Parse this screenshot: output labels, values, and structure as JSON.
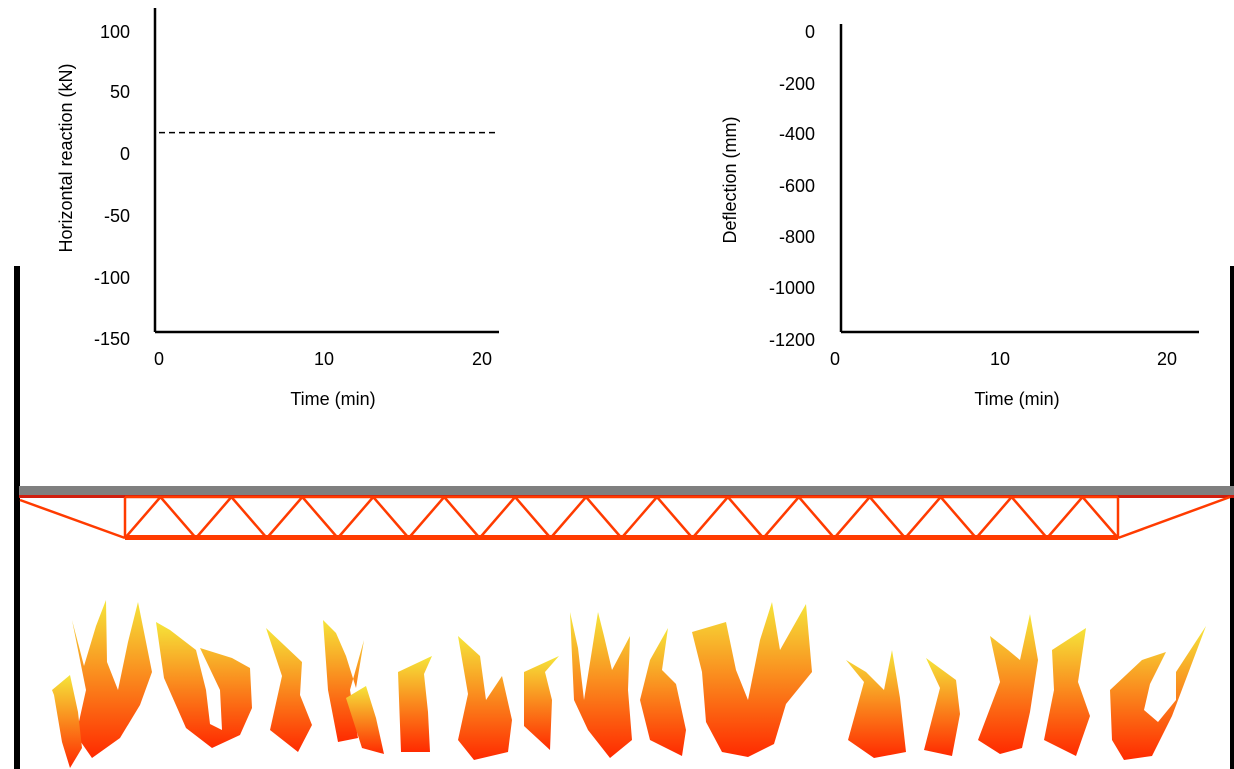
{
  "chart_data": [
    {
      "type": "line",
      "ylabel": "Horizontal reaction (kN)",
      "xlabel": "Time (min)",
      "xlim": [
        0,
        21
      ],
      "ylim": [
        -150,
        100
      ],
      "x_ticks": [
        "0",
        "10",
        "20"
      ],
      "y_ticks": [
        "100",
        "50",
        "0",
        "-50",
        "-100",
        "-150"
      ],
      "series": [
        {
          "style": "dashed",
          "x": [
            0,
            21
          ],
          "y": [
            0,
            0
          ]
        }
      ]
    },
    {
      "type": "line",
      "ylabel": "Deflection (mm)",
      "xlabel": "Time (min)",
      "xlim": [
        0,
        22
      ],
      "ylim": [
        -1200,
        0
      ],
      "x_ticks": [
        "0",
        "10",
        "20"
      ],
      "y_ticks": [
        "0",
        "-200",
        "-400",
        "-600",
        "-800",
        "-1000",
        "-1200"
      ],
      "series": []
    }
  ],
  "diagram": {
    "truss_color": "#ff3b00",
    "slab_color": "#7f7f7f",
    "support_color": "#000000",
    "flame_gradient": [
      "#f5e53a",
      "#ff2a00"
    ],
    "truss_panels": 14
  }
}
